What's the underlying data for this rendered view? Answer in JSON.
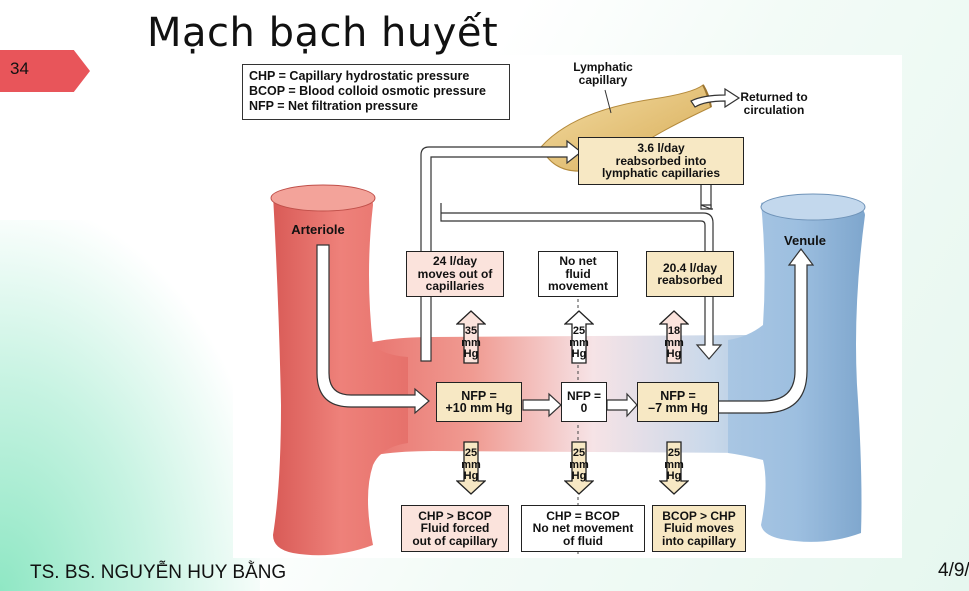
{
  "slide": {
    "title": "Mạch bạch huyết",
    "number": "34",
    "author": "TS. BS. NGUYỄN HUY BẰNG",
    "date": "4/9/"
  },
  "diagram": {
    "legend": [
      "CHP  =  Capillary hydrostatic pressure",
      "BCOP = Blood colloid osmotic pressure",
      "NFP  =  Net filtration pressure"
    ],
    "lymphatic_capillary_label": [
      "Lymphatic",
      "capillary"
    ],
    "returned_label": [
      "Returned to",
      "circulation"
    ],
    "reabsorbed_lymph": [
      "3.6 l/day",
      "reabsorbed into",
      "lymphatic capillaries"
    ],
    "arteriole_label": "Arteriole",
    "venule_label": "Venule",
    "top_boxes": {
      "left": [
        "24 l/day",
        "moves out of",
        "capillaries"
      ],
      "middle": [
        "No net",
        "fluid",
        "movement"
      ],
      "right": [
        "20.4 l/day",
        "reabsorbed"
      ]
    },
    "chp_arrows": [
      {
        "value": "35",
        "unit": [
          "mm",
          "Hg"
        ]
      },
      {
        "value": "25",
        "unit": [
          "mm",
          "Hg"
        ]
      },
      {
        "value": "18",
        "unit": [
          "mm",
          "Hg"
        ]
      }
    ],
    "nfp_boxes": {
      "left": [
        "NFP =",
        "+10 mm Hg"
      ],
      "middle": [
        "NFP = 0"
      ],
      "right": [
        "NFP =",
        "–7 mm Hg"
      ]
    },
    "bcop_arrows": [
      {
        "value": "25",
        "unit": [
          "mm",
          "Hg"
        ]
      },
      {
        "value": "25",
        "unit": [
          "mm",
          "Hg"
        ]
      },
      {
        "value": "25",
        "unit": [
          "mm",
          "Hg"
        ]
      }
    ],
    "bottom_boxes": {
      "left": [
        "CHP > BCOP",
        "Fluid forced",
        "out of capillary"
      ],
      "middle": [
        "CHP = BCOP",
        "No net movement",
        "of fluid"
      ],
      "right": [
        "BCOP > CHP",
        "Fluid moves",
        "into capillary"
      ]
    },
    "colors": {
      "arteriole": "#e8706b",
      "venule": "#8fb4d6",
      "box_tan": "#f7e8c4",
      "box_pink": "#fbe3dc",
      "slide_number_bg": "#e8555a"
    }
  }
}
